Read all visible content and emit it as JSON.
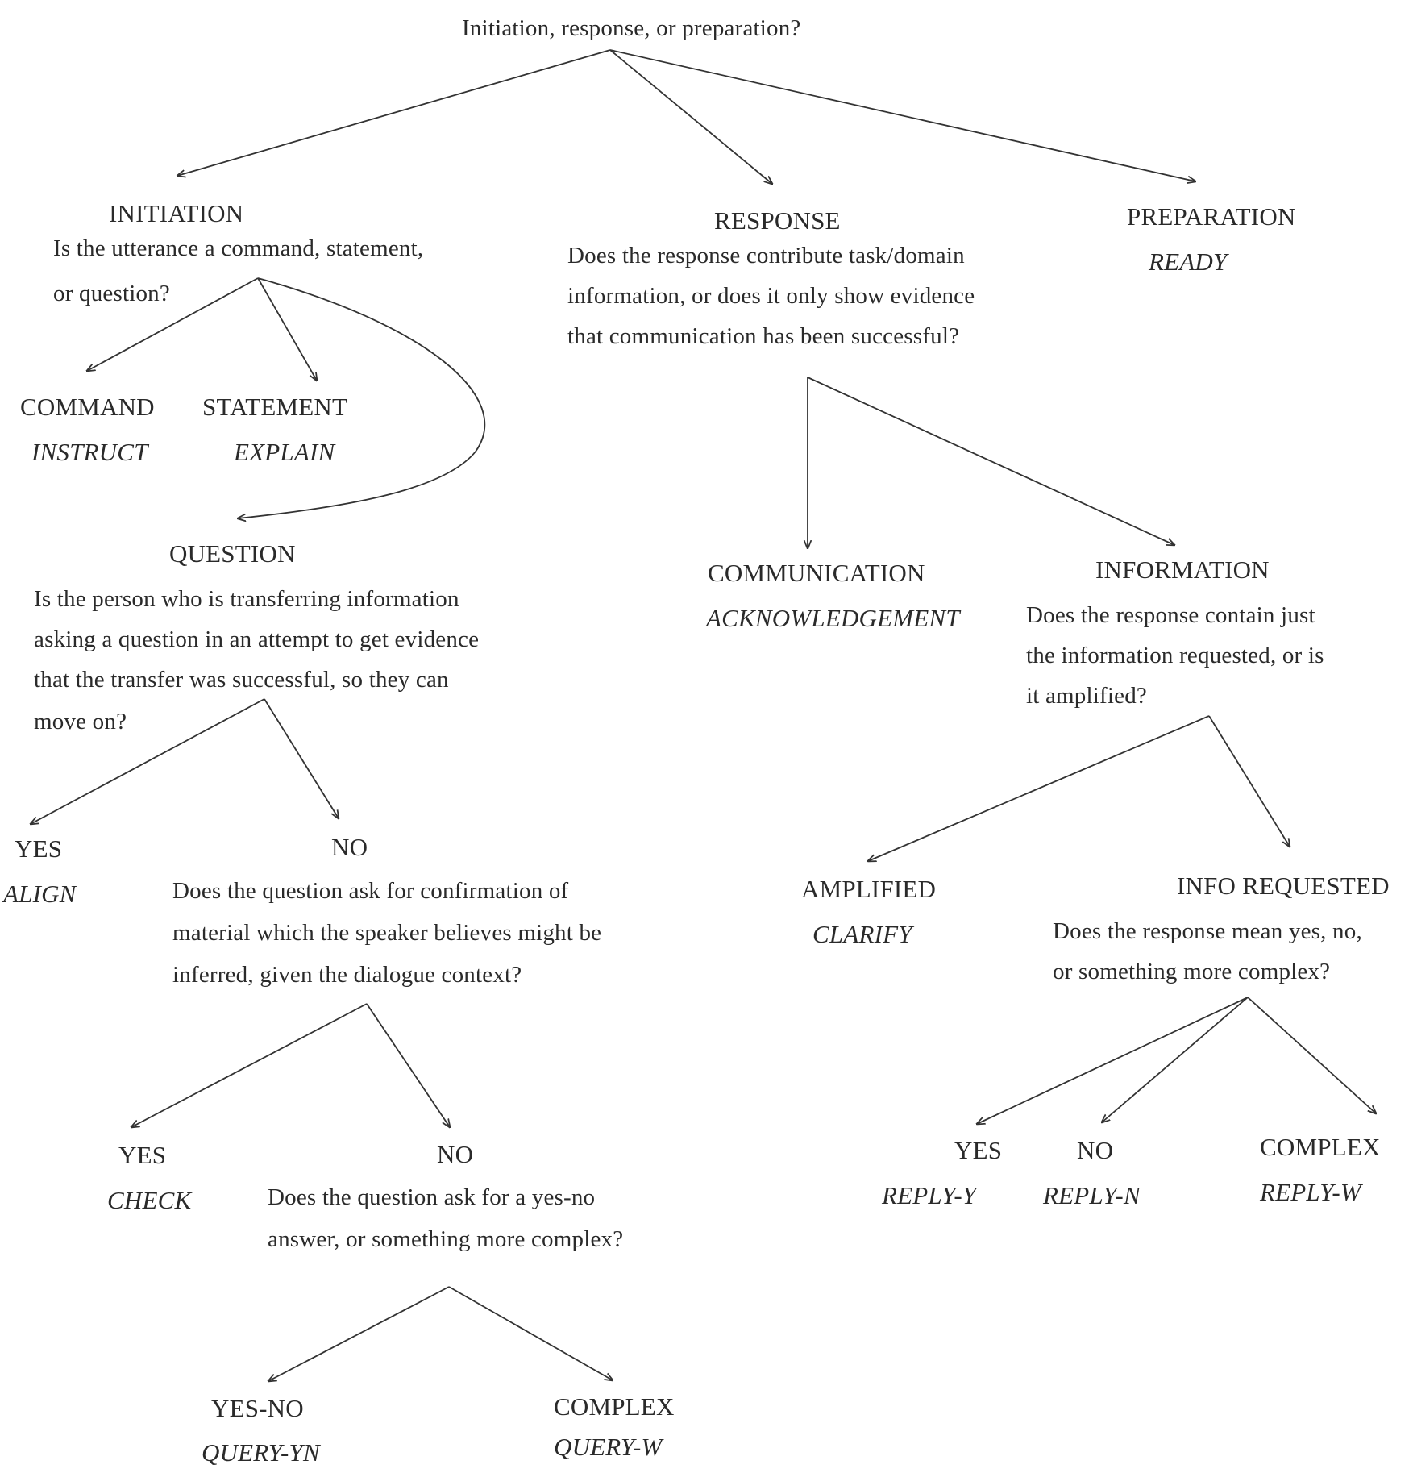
{
  "root": {
    "question": "Initiation, response, or preparation?"
  },
  "initiation": {
    "label": "INITIATION",
    "question_lines": [
      "Is the utterance a command, statement,",
      "or question?"
    ],
    "command": {
      "label": "COMMAND",
      "move": "INSTRUCT"
    },
    "statement": {
      "label": "STATEMENT",
      "move": "EXPLAIN"
    },
    "question": {
      "label": "QUESTION",
      "question_lines": [
        "Is the person who is transferring information",
        "asking a question in an attempt to get evidence",
        "that the transfer was successful, so they can",
        "move on?"
      ],
      "yes": {
        "label": "YES",
        "move": "ALIGN"
      },
      "no": {
        "label": "NO",
        "question_lines": [
          "Does the question ask for confirmation of",
          "material which the speaker believes might be",
          "inferred, given the dialogue context?"
        ],
        "yes": {
          "label": "YES",
          "move": "CHECK"
        },
        "no": {
          "label": "NO",
          "question_lines": [
            "Does the question ask for a yes-no",
            "answer, or something more complex?"
          ],
          "yes_no": {
            "label": "YES-NO",
            "move": "QUERY-YN"
          },
          "complex": {
            "label": "COMPLEX",
            "move": "QUERY-W"
          }
        }
      }
    }
  },
  "response": {
    "label": "RESPONSE",
    "question_lines": [
      "Does the response contribute task/domain",
      "information, or does it only show evidence",
      "that communication has been successful?"
    ],
    "communication": {
      "label": "COMMUNICATION",
      "move": "ACKNOWLEDGEMENT"
    },
    "information": {
      "label": "INFORMATION",
      "question_lines": [
        "Does the response contain just",
        "the information requested, or is",
        "it amplified?"
      ],
      "amplified": {
        "label": "AMPLIFIED",
        "move": "CLARIFY"
      },
      "info_requested": {
        "label": "INFO REQUESTED",
        "question_lines": [
          "Does the response mean yes, no,",
          "or something more complex?"
        ],
        "yes": {
          "label": "YES",
          "move": "REPLY-Y"
        },
        "no": {
          "label": "NO",
          "move": "REPLY-N"
        },
        "complex": {
          "label": "COMPLEX",
          "move": "REPLY-W"
        }
      }
    }
  },
  "preparation": {
    "label": "PREPARATION",
    "move": "READY"
  },
  "colors": {
    "ink": "#2a2a2a",
    "line": "#333333",
    "background": "#ffffff"
  }
}
